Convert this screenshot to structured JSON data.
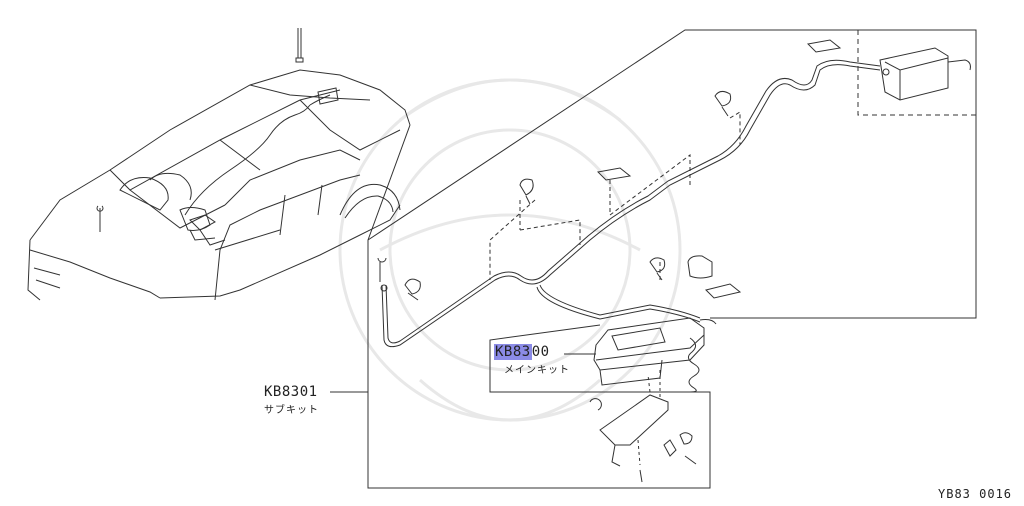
{
  "parts": [
    {
      "part_no_highlight": "KB83",
      "part_no_rest": "00",
      "name": "メインキット",
      "highlighted": true
    },
    {
      "part_no": "KB8301",
      "name": "サブキット",
      "highlighted": false
    }
  ],
  "drawing_ref": "YB83 0016",
  "colors": {
    "line": "#333333",
    "highlight": "#8b8be6",
    "watermark": "#e6e6e6"
  }
}
